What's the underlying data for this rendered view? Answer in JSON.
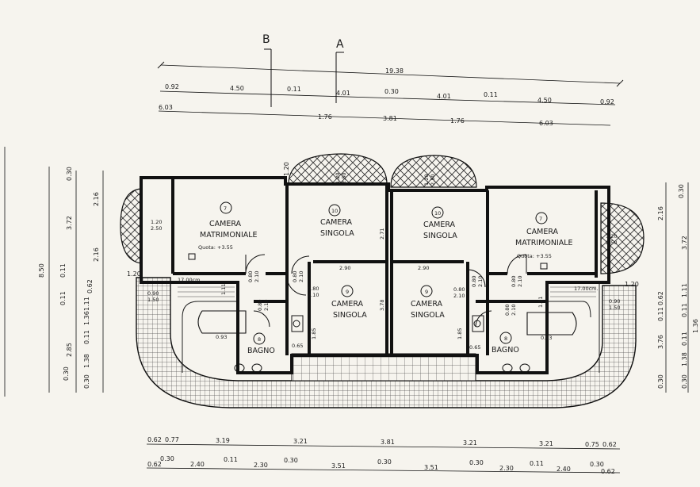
{
  "colors": {
    "paper": "#f6f4ee",
    "ink": "#111111",
    "hatch": "#333333"
  },
  "sections": [
    "B",
    "A"
  ],
  "dims": {
    "top_total": "19.38",
    "top_row2": [
      "0.92",
      "4.50",
      "0.11",
      "4.01",
      "0.30",
      "4.01",
      "0.11",
      "4.50",
      "0.92"
    ],
    "top_row3": [
      "6.03",
      "1.76",
      "3.81",
      "1.76",
      "6.03"
    ],
    "bottom_row1": [
      "0.62",
      "0.77",
      "3.19",
      "3.21",
      "3.81",
      "3.21",
      "3.21",
      "0.75",
      "0.62"
    ],
    "bottom_row2": [
      "0.62",
      "0.30",
      "2.40",
      "0.11",
      "2.30",
      "0.30",
      "3.51",
      "0.30",
      "3.51",
      "0.30",
      "2.30",
      "0.11",
      "2.40",
      "0.30",
      "0.62"
    ],
    "left_total": "8.50",
    "left_col1": [
      "0.30",
      "3.72",
      "0.11",
      "1.11",
      "0.11",
      "2.85",
      "0.30"
    ],
    "left_col2": [
      "2.16",
      "2.16",
      "0.62",
      "1.36",
      "0.11",
      "1.38",
      "0.30"
    ],
    "right_col1": [
      "0.30",
      "2.16",
      "3.72",
      "0.62",
      "0.11",
      "1.11",
      "0.11",
      "3.76",
      "1.36",
      "0.30"
    ],
    "right_col2": [
      "0.11",
      "1.38",
      "0.30"
    ]
  },
  "rooms": {
    "cam_matr_left": {
      "num": "7",
      "line1": "CAMERA",
      "line2": "MATRIMONIALE",
      "quota": "Quota: +3.55"
    },
    "cam_sing_left": {
      "num": "10",
      "line1": "CAMERA",
      "line2": "SINGOLA"
    },
    "cam_sing_mid_left": {
      "num": "9",
      "line1": "CAMERA",
      "line2": "SINGOLA"
    },
    "cam_sing_mid_right": {
      "num": "9",
      "line1": "CAMERA",
      "line2": "SINGOLA"
    },
    "cam_sing_right": {
      "num": "10",
      "line1": "CAMERA",
      "line2": "SINGOLA"
    },
    "cam_matr_right": {
      "num": "7",
      "line1": "CAMERA",
      "line2": "MATRIMONIALE",
      "quota": "Quota: +3.55"
    },
    "bagno_left": {
      "num": "8",
      "label": "BAGNO"
    },
    "bagno_right": {
      "num": "8",
      "label": "BAGNO"
    }
  },
  "inner": {
    "w290": "2.90",
    "h271": "2.71",
    "h378": "3.78",
    "w093": "0.93",
    "h185": "1.85",
    "h065": "0.65",
    "h111": "1.11",
    "side120": "1.20",
    "top120": "1.20",
    "ref17": "17.00cm.",
    "win_top": [
      "1.20",
      "2.50"
    ],
    "win_side": [
      "1.20",
      "2.50"
    ],
    "door_a": [
      "0.80",
      "2.10"
    ],
    "door_b": [
      "0.90",
      "1.50"
    ]
  }
}
